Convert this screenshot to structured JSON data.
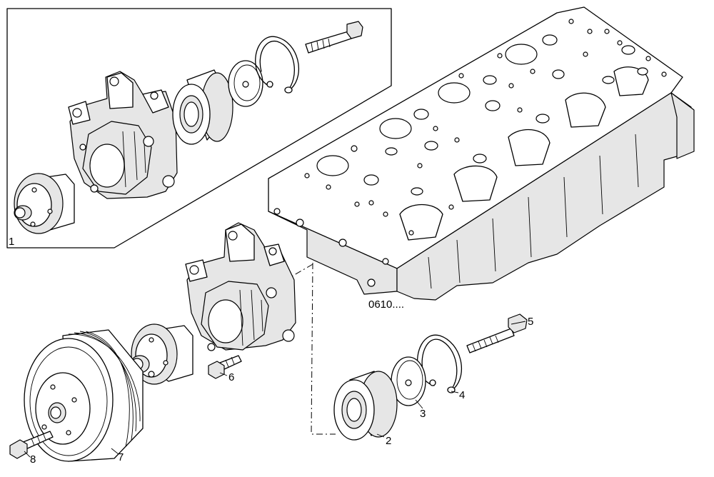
{
  "labels": {
    "detail_box": "1",
    "bearing": "2",
    "disc": "3",
    "circlip": "4",
    "bolt_long": "5",
    "bolt_short": "6",
    "pulley": "7",
    "bolt_small": "8",
    "reference": "0610...."
  }
}
